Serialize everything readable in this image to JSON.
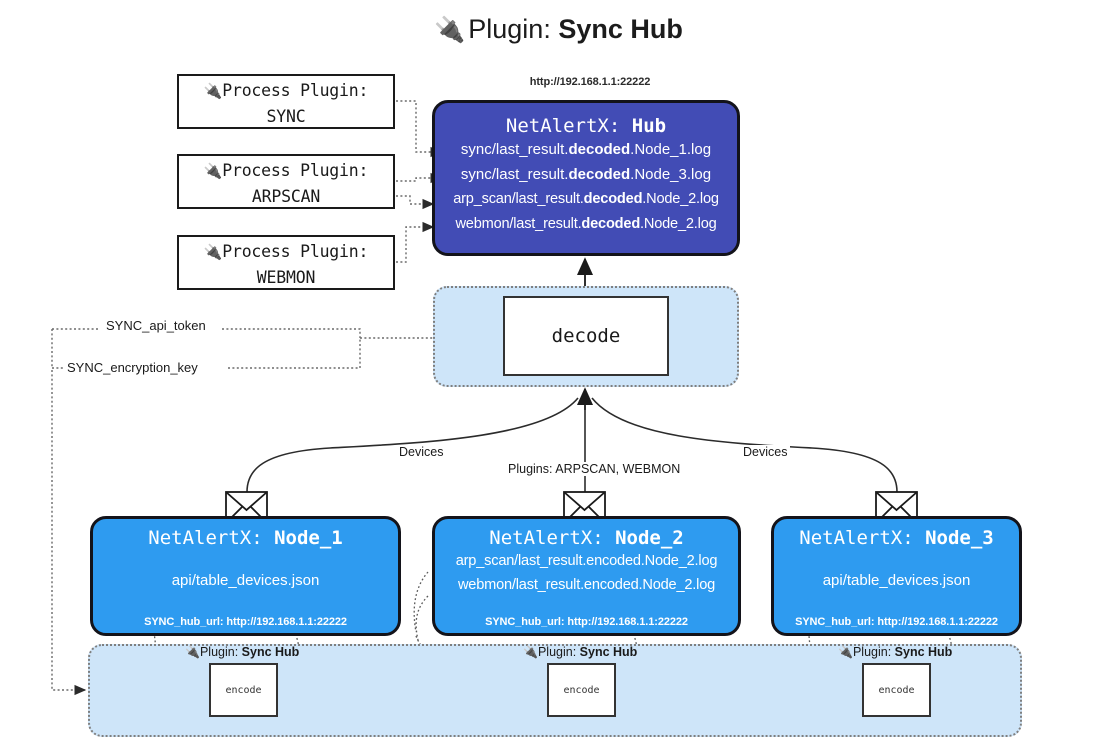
{
  "title": {
    "icon": "plug-icon",
    "prefix": "Plugin:",
    "name": "Sync Hub"
  },
  "colors": {
    "hub": "#424cb5",
    "node": "#2e9bf0",
    "zone": "#cee5f9",
    "border": "#13131a",
    "white": "#ffffff"
  },
  "process_plugins": [
    {
      "icon": "plug-icon",
      "line1": "Process Plugin:",
      "line2": "SYNC"
    },
    {
      "icon": "plug-icon",
      "line1": "Process Plugin:",
      "line2": "ARPSCAN"
    },
    {
      "icon": "plug-icon",
      "line1": "Process Plugin:",
      "line2": "WEBMON"
    }
  ],
  "hub": {
    "url": "http://192.168.1.1:22222",
    "title_prefix": "NetAlertX:",
    "title_name": "Hub",
    "lines": [
      {
        "pre": "sync/last_result.",
        "mid": "decoded",
        "post": ".Node_1.log"
      },
      {
        "pre": "sync/last_result.",
        "mid": "decoded",
        "post": ".Node_3.log"
      },
      {
        "pre": "arp_scan/last_result.",
        "mid": "decoded",
        "post": ".Node_2.log"
      },
      {
        "pre": "webmon/last_result.",
        "mid": "decoded",
        "post": ".Node_2.log"
      }
    ]
  },
  "decode": {
    "label": "decode"
  },
  "edge_labels": {
    "api_token": "SYNC_api_token",
    "encryption_key": "SYNC_encryption_key",
    "devices_left": "Devices",
    "devices_right": "Devices",
    "plugins_mid": "Plugins: ARPSCAN, WEBMON"
  },
  "nodes": [
    {
      "title_prefix": "NetAlertX:",
      "title_name": "Node_1",
      "lines": [
        "api/table_devices.json"
      ],
      "hub_url_label": "SYNC_hub_url: http://192.168.1.1:22222",
      "mail_icon": "envelope-icon"
    },
    {
      "title_prefix": "NetAlertX:",
      "title_name": "Node_2",
      "lines": [
        "arp_scan/last_result.encoded.Node_2.log",
        "webmon/last_result.encoded.Node_2.log"
      ],
      "hub_url_label": "SYNC_hub_url: http://192.168.1.1:22222",
      "mail_icon": "envelope-icon"
    },
    {
      "title_prefix": "NetAlertX:",
      "title_name": "Node_3",
      "lines": [
        "api/table_devices.json"
      ],
      "hub_url_label": "SYNC_hub_url: http://192.168.1.1:22222",
      "mail_icon": "envelope-icon"
    }
  ],
  "encoders": [
    {
      "plugin_prefix": "Plugin:",
      "plugin_name": "Sync Hub",
      "label": "encode",
      "icon": "plug-icon"
    },
    {
      "plugin_prefix": "Plugin:",
      "plugin_name": "Sync Hub",
      "label": "encode",
      "icon": "plug-icon"
    },
    {
      "plugin_prefix": "Plugin:",
      "plugin_name": "Sync Hub",
      "label": "encode",
      "icon": "plug-icon"
    }
  ]
}
